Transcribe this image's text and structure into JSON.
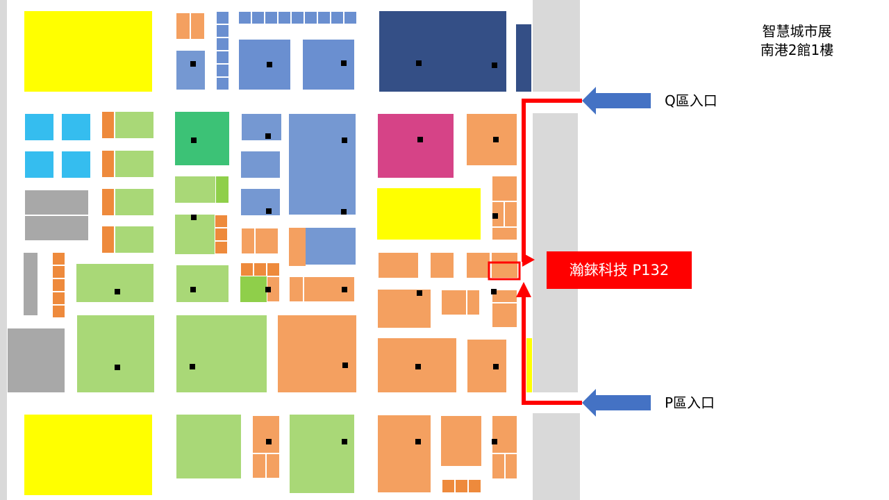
{
  "title": {
    "line1": "智慧城市展",
    "line2": "南港2館1樓"
  },
  "entrances": {
    "q": "Q區入口",
    "p": "P區入口"
  },
  "booth": {
    "label": "瀚錸科技 P132"
  },
  "colors": {
    "route": "#ff0000",
    "arrow": "#4472c4",
    "corridor": "#d9d9d9"
  }
}
